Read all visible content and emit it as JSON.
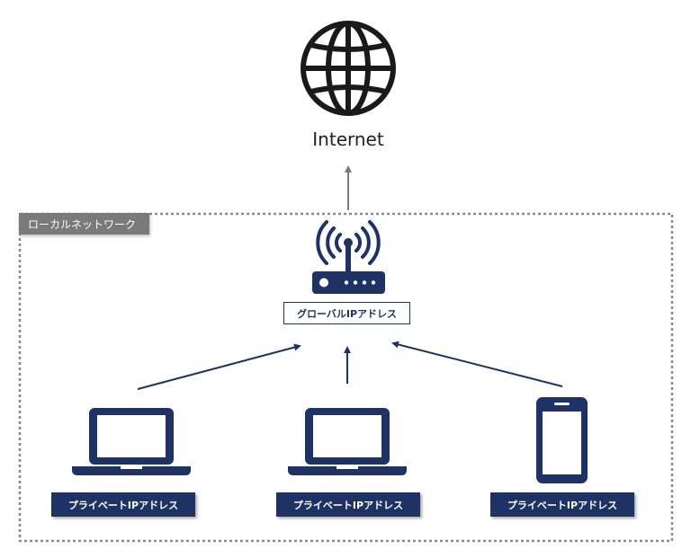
{
  "internet": {
    "label": "Internet",
    "icon": "globe-icon"
  },
  "local_network": {
    "label": "ローカルネットワーク"
  },
  "router": {
    "icon": "wifi-router-icon",
    "ip_label": "グローバルIPアドレス"
  },
  "devices": [
    {
      "icon": "laptop-icon",
      "ip_label": "プライベートIPアドレス"
    },
    {
      "icon": "laptop-icon",
      "ip_label": "プライベートIPアドレス"
    },
    {
      "icon": "smartphone-icon",
      "ip_label": "プライベートIPアドレス"
    }
  ],
  "colors": {
    "navy": "#1e3264",
    "gray": "#7a7a7a",
    "black": "#1a1a1a"
  }
}
